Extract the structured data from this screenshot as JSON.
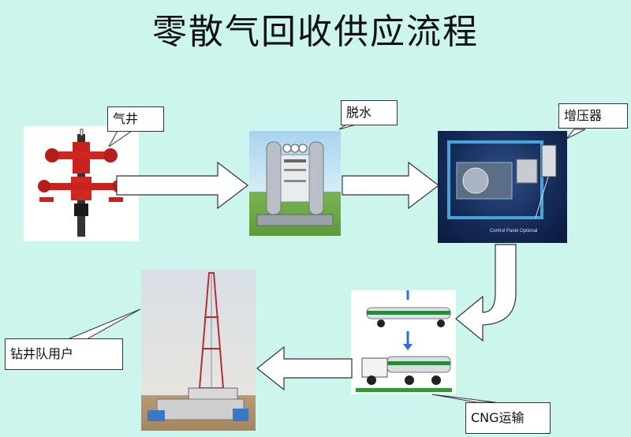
{
  "title": "零散气回收供应流程",
  "callouts": {
    "gas_well": "气井",
    "dehydration": "脱水",
    "compressor": "增压器",
    "drill_team": "钻井队用户",
    "cng": "CNG运输"
  },
  "photo_text": {
    "compressor_caption": "Control Panel Optional"
  },
  "colors": {
    "background": "#ccf5ee",
    "arrow_fill": "#ffffff",
    "arrow_stroke": "#333333"
  }
}
